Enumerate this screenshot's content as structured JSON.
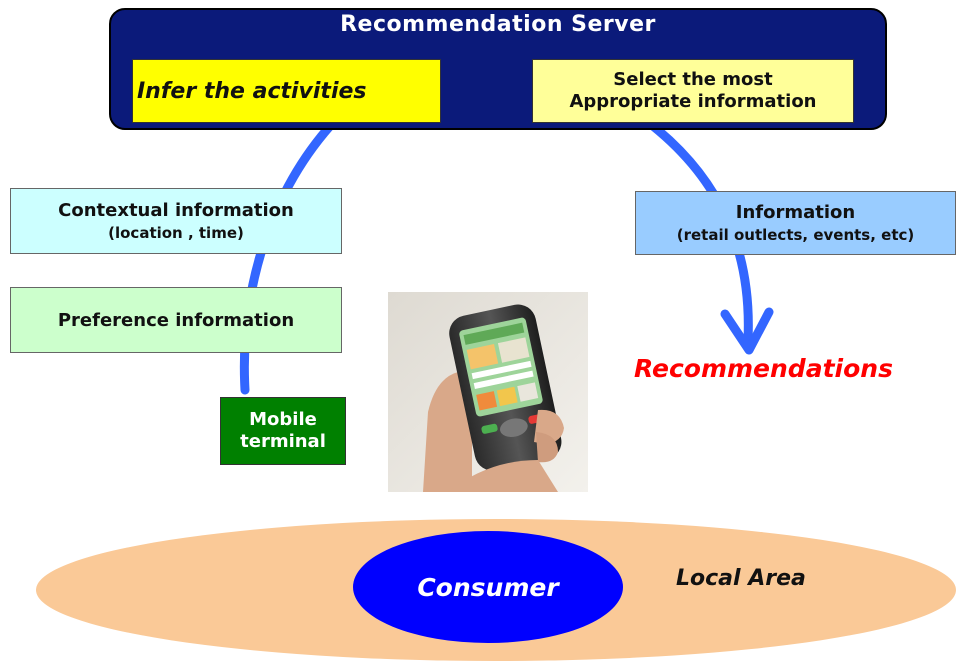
{
  "server": {
    "title": "Recommendation  Server",
    "infer": "Infer the  activities",
    "select_line1": "Select the most",
    "select_line2": "Appropriate information"
  },
  "inputs": {
    "context_line1": "Contextual information",
    "context_line2": "(location ,  time)",
    "preference": "Preference information",
    "mobile_line1": "Mobile",
    "mobile_line2": "terminal"
  },
  "outputs": {
    "info_line1": "Information",
    "info_line2": "(retail outlects, events, etc)",
    "recommendations": "Recommendations"
  },
  "area": {
    "consumer": "Consumer",
    "local": "Local Area"
  },
  "colors": {
    "server_bg": "#0b1a7a",
    "arc": "#3366ff",
    "recommendations": "#ff0000",
    "consumer": "#0000ff",
    "local_area": "#fac997",
    "mobile_terminal": "#008000"
  },
  "icons": {
    "phone_photo": "handheld-phone-icon"
  }
}
